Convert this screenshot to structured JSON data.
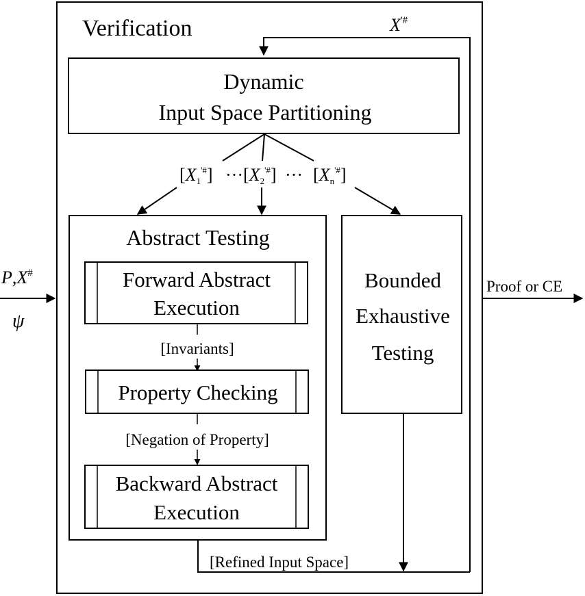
{
  "verification_label": "Verification",
  "feedback_label": {
    "base": "X",
    "sup": "'#"
  },
  "partition_box": {
    "line1": "Dynamic",
    "line2": "Input Space Partitioning"
  },
  "partitions": {
    "p1": {
      "open": "[",
      "base": "X",
      "sub": "1",
      "sup": "'#",
      "close": "]"
    },
    "dots1": "···",
    "p2": {
      "open": "[",
      "base": "X",
      "sub": "2",
      "sup": "'#",
      "close": "]"
    },
    "dots2": "···",
    "pn": {
      "open": "[",
      "base": "X",
      "sub": "n",
      "sup": "'#",
      "close": "]"
    }
  },
  "abstract_testing": {
    "title": "Abstract Testing",
    "forward": {
      "line1": "Forward Abstract",
      "line2": "Execution"
    },
    "invariants_label": "[Invariants]",
    "property": "Property Checking",
    "negation_label": "[Negation of Property]",
    "backward": {
      "line1": "Backward Abstract",
      "line2": "Execution"
    }
  },
  "bounded": {
    "line1": "Bounded",
    "line2": "Exhaustive",
    "line3": "Testing"
  },
  "input": {
    "p": "P",
    "comma": ",",
    "x": "X",
    "sup": "#",
    "psi": "ψ"
  },
  "output_label": "Proof or CE",
  "refined_label": "[Refined Input Space]"
}
